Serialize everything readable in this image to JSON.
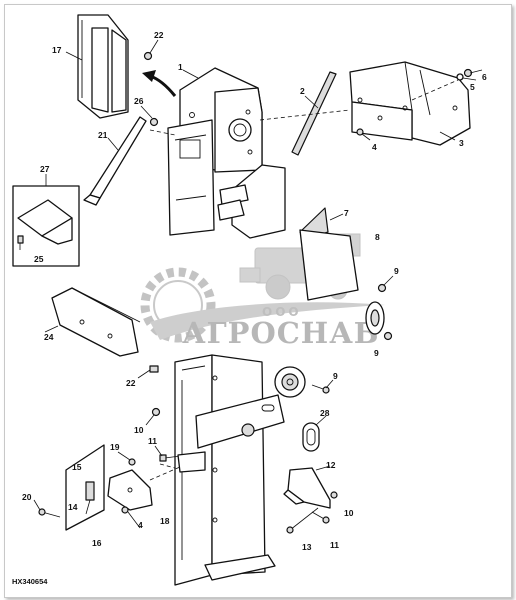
{
  "diagram": {
    "figure_code": "HX340654",
    "callouts": [
      "17",
      "22",
      "1",
      "2",
      "6",
      "5",
      "26",
      "21",
      "3",
      "4",
      "27",
      "7",
      "8",
      "25",
      "9",
      "24",
      "9",
      "22",
      "9",
      "10",
      "28",
      "11",
      "19",
      "12",
      "15",
      "20",
      "14",
      "4",
      "18",
      "10",
      "16",
      "13",
      "11"
    ],
    "watermark": {
      "company": "ООО",
      "brand": "АГРОСНАБ",
      "colors": {
        "logo_gray": "#b5b5b5",
        "text_gray": "#b0b0b0"
      }
    }
  }
}
